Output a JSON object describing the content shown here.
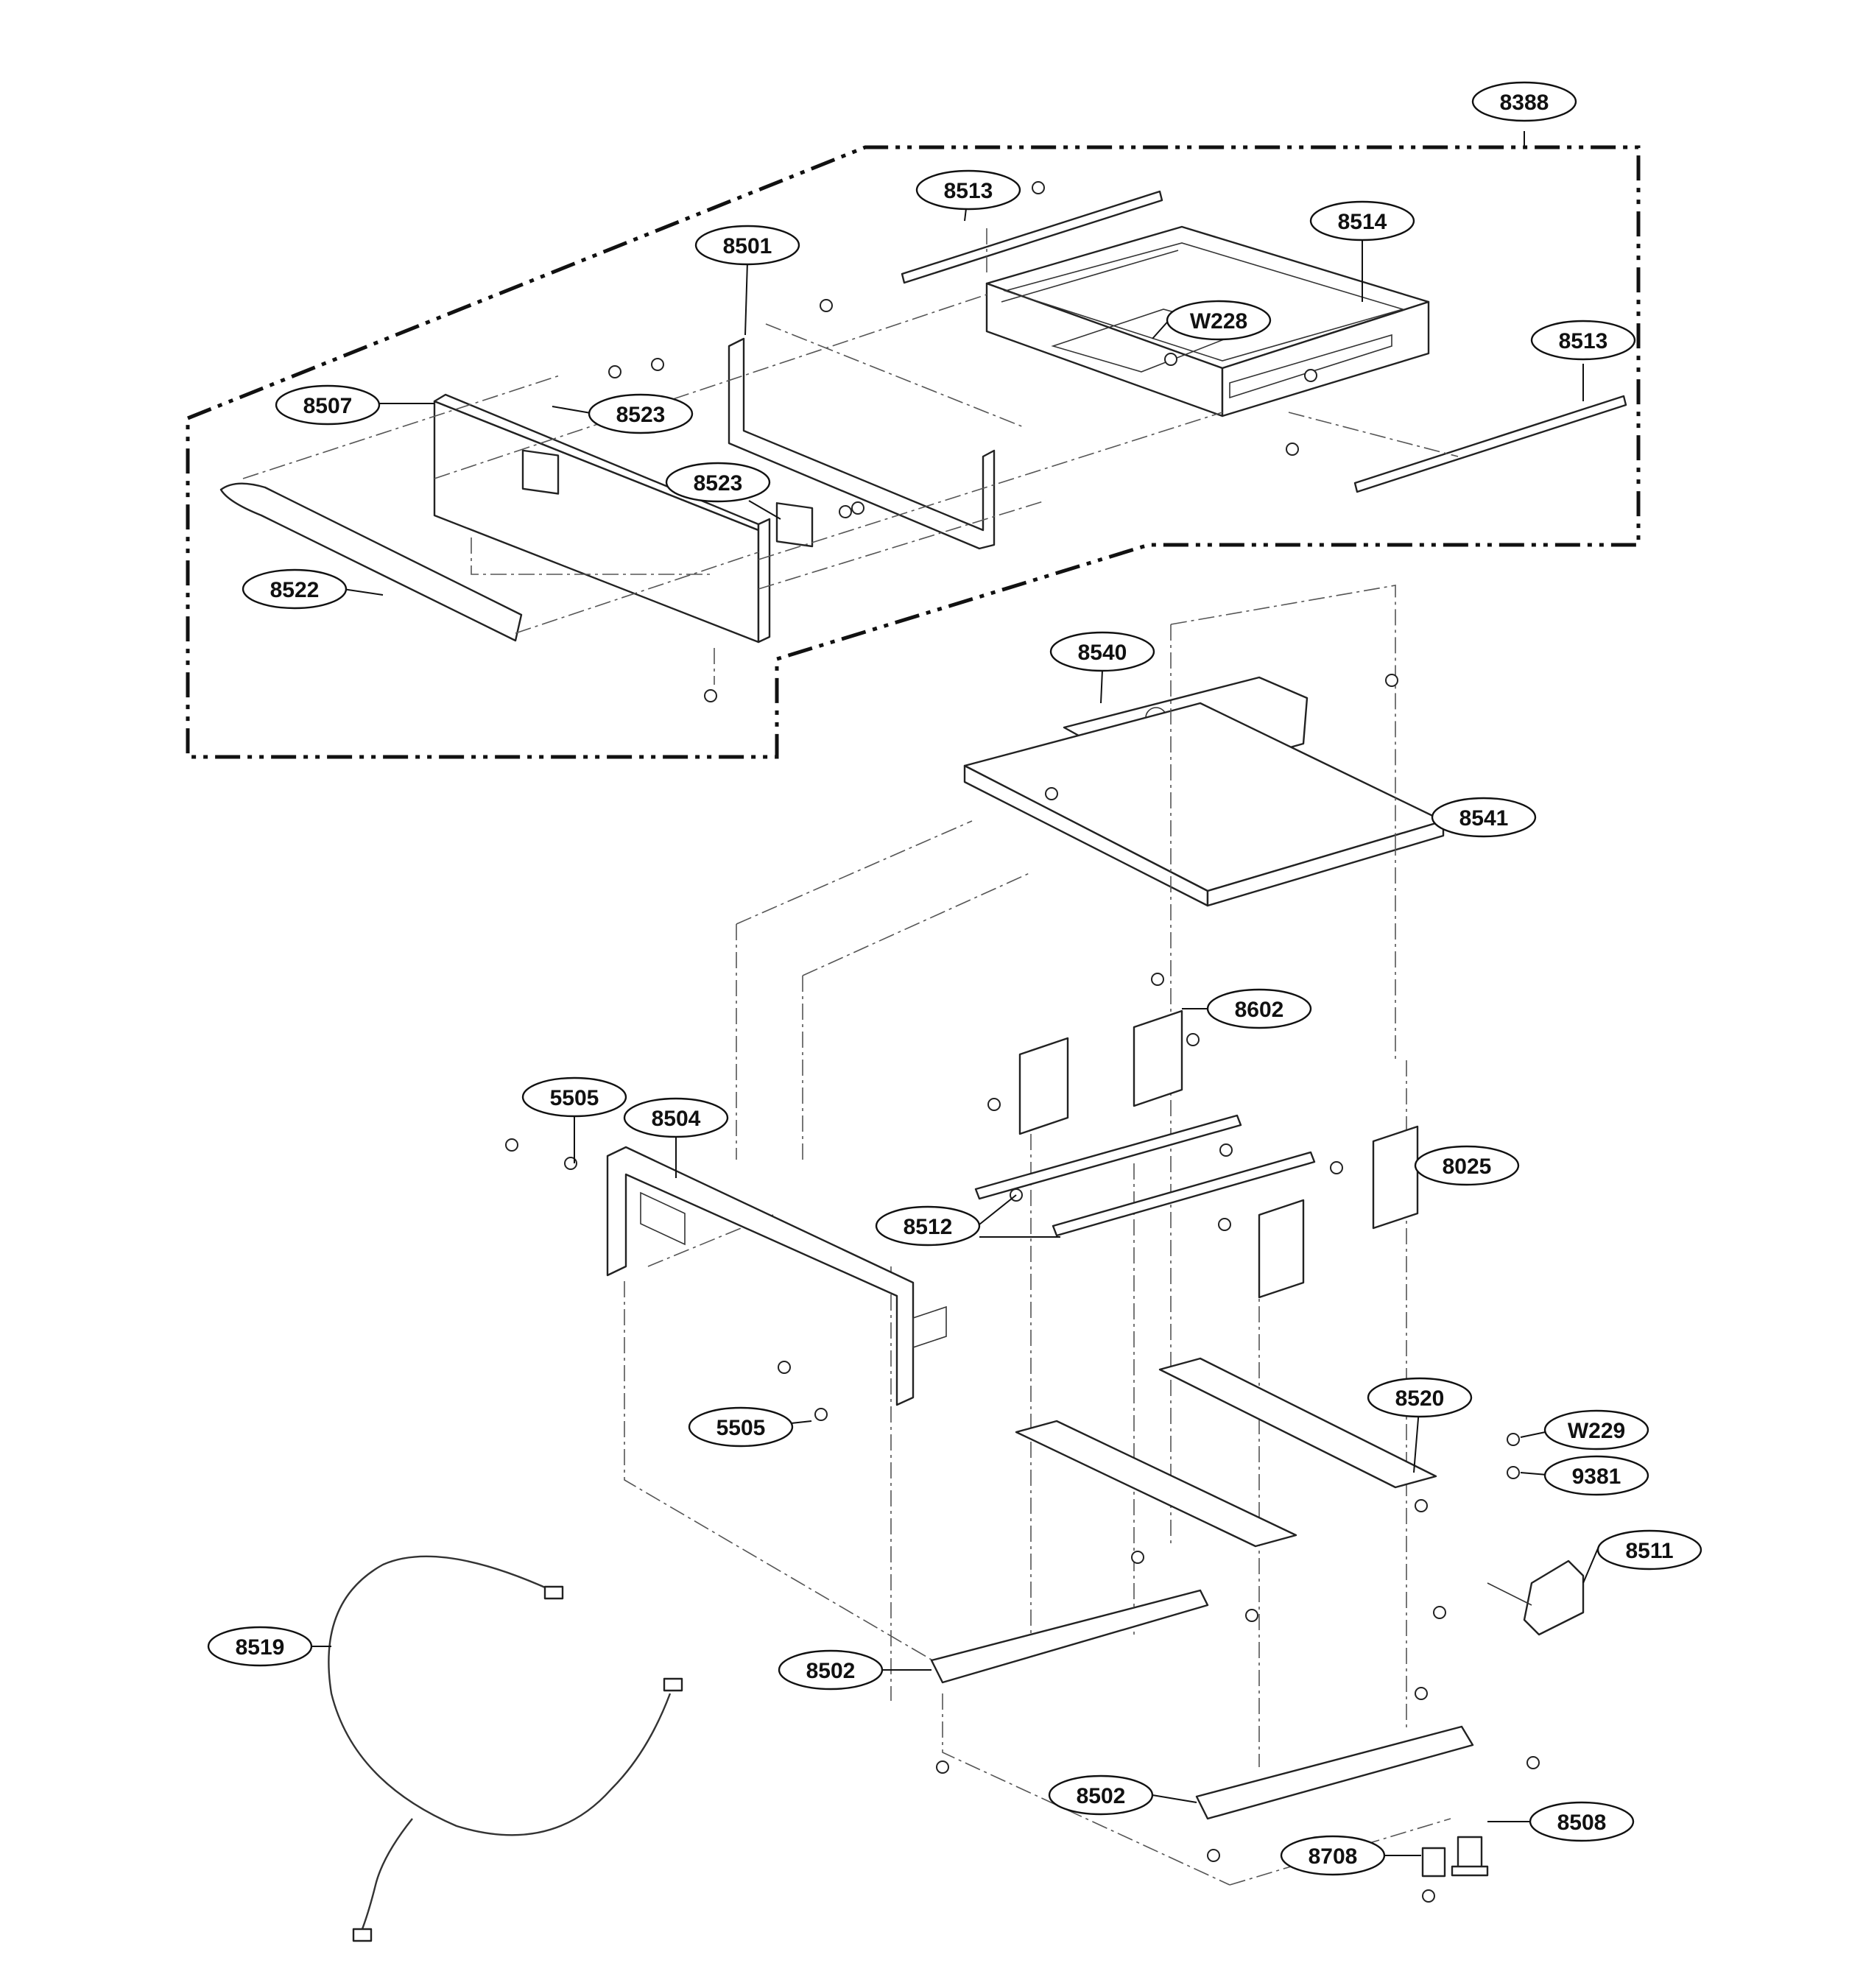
{
  "callouts": {
    "c8388": "8388",
    "c8513a": "8513",
    "c8514": "8514",
    "c8501": "8501",
    "cW228": "W228",
    "c8513b": "8513",
    "c8507": "8507",
    "c8523a": "8523",
    "c8523b": "8523",
    "c8522": "8522",
    "c8540": "8540",
    "c8541": "8541",
    "c8602": "8602",
    "c5505a": "5505",
    "c8504": "8504",
    "c8025": "8025",
    "c8512": "8512",
    "c8520": "8520",
    "c5505b": "5505",
    "cW229": "W229",
    "c9381": "9381",
    "c8511": "8511",
    "c8519": "8519",
    "c8502a": "8502",
    "c8502b": "8502",
    "c8508": "8508",
    "c8708": "8708"
  }
}
